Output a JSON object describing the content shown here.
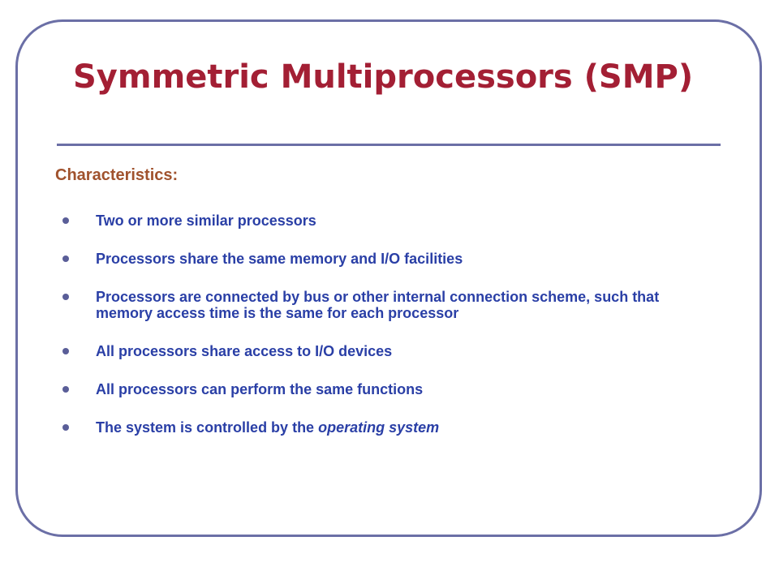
{
  "slide": {
    "title": "Symmetric Multiprocessors (SMP)",
    "subheading": "Characteristics:",
    "bullets": [
      "Two or more similar processors",
      "Processors share the same memory and I/O facilities",
      "Processors are connected by bus or other internal connection scheme, such that memory access time is the same for each processor",
      "All processors share access to I/O devices",
      "All processors can perform the same functions"
    ],
    "last_bullet": {
      "prefix": "The system is controlled by the ",
      "emphasis": "operating system"
    }
  },
  "colors": {
    "title": "#a31f34",
    "subheading": "#a0522d",
    "bullet_text": "#2a3fa6",
    "frame": "#6b6fa6"
  }
}
